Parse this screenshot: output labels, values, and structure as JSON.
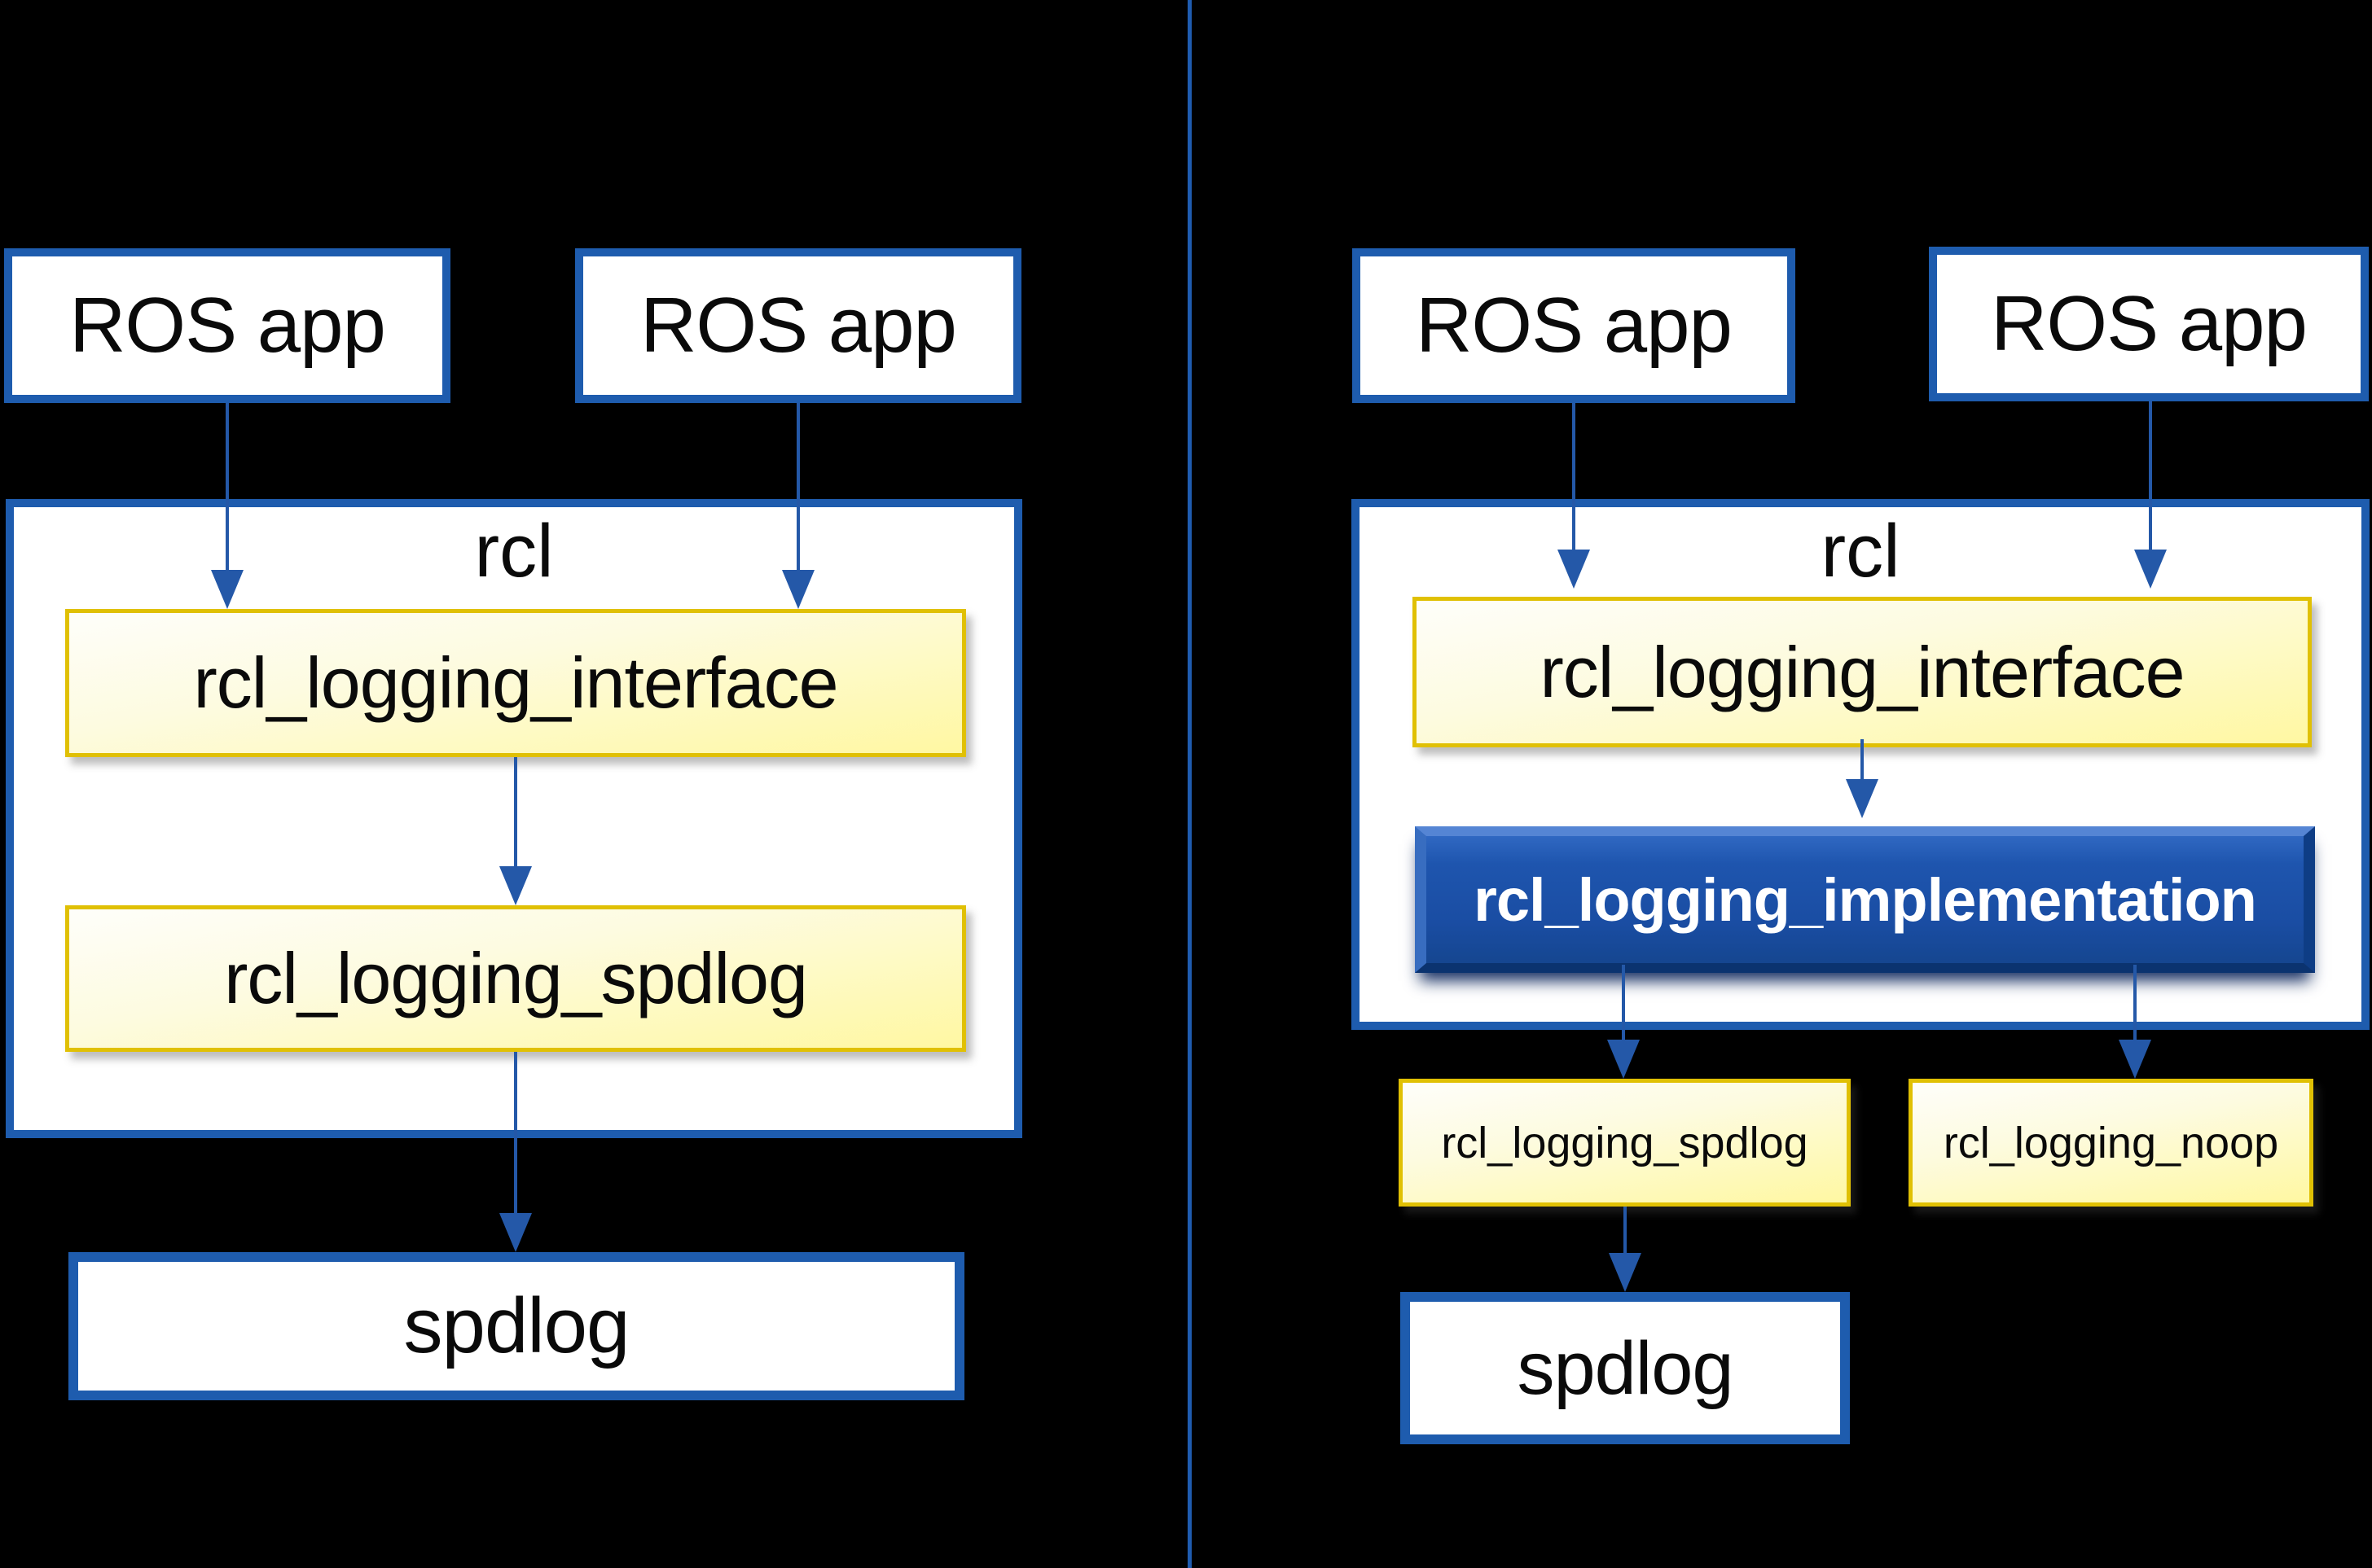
{
  "diagram": {
    "left": {
      "apps": [
        "ROS app",
        "ROS app"
      ],
      "rcl_label": "rcl",
      "interface_label": "rcl_logging_interface",
      "spdlog_impl_label": "rcl_logging_spdlog",
      "backend_label": "spdlog"
    },
    "right": {
      "apps": [
        "ROS app",
        "ROS app"
      ],
      "rcl_label": "rcl",
      "interface_label": "rcl_logging_interface",
      "implementation_label": "rcl_logging_implementation",
      "spdlog_impl_label": "rcl_logging_spdlog",
      "noop_impl_label": "rcl_logging_noop",
      "backend_label": "spdlog"
    },
    "colors": {
      "background": "#000000",
      "box_border_blue": "#1e5cae",
      "arrow_blue": "#2458a8",
      "divider_blue": "#1f5cb0",
      "yellow_border": "#e0c004",
      "yellow_fill": "#fff8a2",
      "implementation_fill": "#1a4da3",
      "implementation_text": "#ffffff",
      "box_fill": "#ffffff",
      "text": "#0a0a0a"
    }
  }
}
